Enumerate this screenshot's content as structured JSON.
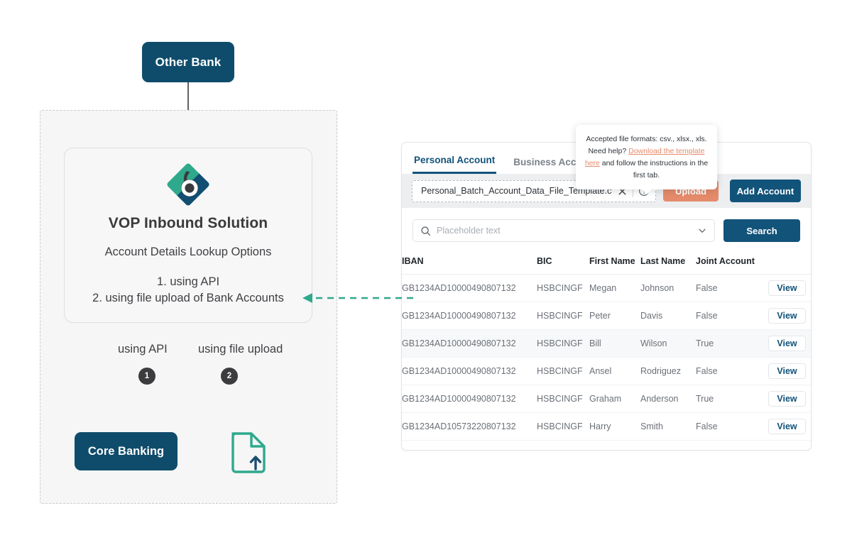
{
  "diagram": {
    "other_bank": {
      "label": "Other Bank",
      "color": "#0F4C6B"
    },
    "vop": {
      "title": "VOP Inbound Solution",
      "subtitle": "Account Details Lookup Options",
      "option_1": "1. using API",
      "option_2": "2. using file upload of Bank Accounts",
      "logo_name": "vop-brand-logo"
    },
    "branch_labels": {
      "api": "using API",
      "file_upload": "using file upload"
    },
    "markers": {
      "one": "1",
      "two": "2"
    },
    "core_banking": {
      "label": "Core Banking",
      "color": "#0F4C6B"
    },
    "file_upload_icon": {
      "name": "file-upload-icon",
      "color": "#2FA98C"
    },
    "connector": {
      "name": "dashed-teal-arrow",
      "color": "#2FA98C"
    }
  },
  "panel": {
    "tabs": [
      {
        "label": "Personal Account",
        "active": true
      },
      {
        "label": "Business Account",
        "active": false
      }
    ],
    "toolbar": {
      "file_name": "Personal_Batch_Account_Data_File_Template.csv",
      "clear_icon": "close-icon",
      "help_icon": "help-circle-icon",
      "upload_label": "Upload",
      "upload_color": "#E58B6B",
      "add_account_label": "Add Account",
      "add_account_color": "#12537A"
    },
    "search": {
      "placeholder": "Placeholder text",
      "value": "",
      "icon": "search-icon",
      "dropdown_icon": "chevron-down-icon",
      "button_label": "Search",
      "button_color": "#12537A"
    },
    "table": {
      "columns": [
        "IBAN",
        "BIC",
        "First Name",
        "Last Name",
        "Joint Account",
        ""
      ],
      "action_label": "View",
      "rows": [
        {
          "iban": "GB1234AD10000490807132",
          "bic": "HSBCINGF",
          "first_name": "Megan",
          "last_name": "Johnson",
          "joint_account": "False",
          "action": "View",
          "highlight": false
        },
        {
          "iban": "GB1234AD10000490807132",
          "bic": "HSBCINGF",
          "first_name": "Peter",
          "last_name": "Davis",
          "joint_account": "False",
          "action": "View",
          "highlight": false
        },
        {
          "iban": "GB1234AD10000490807132",
          "bic": "HSBCINGF",
          "first_name": "Bill",
          "last_name": "Wilson",
          "joint_account": "True",
          "action": "View",
          "highlight": true
        },
        {
          "iban": "GB1234AD10000490807132",
          "bic": "HSBCINGF",
          "first_name": "Ansel",
          "last_name": "Rodriguez",
          "joint_account": "False",
          "action": "View",
          "highlight": false
        },
        {
          "iban": "GB1234AD10000490807132",
          "bic": "HSBCINGF",
          "first_name": "Graham",
          "last_name": "Anderson",
          "joint_account": "True",
          "action": "View",
          "highlight": false
        },
        {
          "iban": "GB1234AD10573220807132",
          "bic": "HSBCINGF",
          "first_name": "Harry",
          "last_name": "Smith",
          "joint_account": "False",
          "action": "View",
          "highlight": false
        }
      ]
    }
  },
  "tooltip": {
    "text_1": "Accepted file formats: csv., xlsx., xls.",
    "text_2": "Need help? ",
    "link_1": "Download the template here",
    "text_3": " and follow the instructions in the first tab.",
    "link_color": "#E58B6B"
  }
}
